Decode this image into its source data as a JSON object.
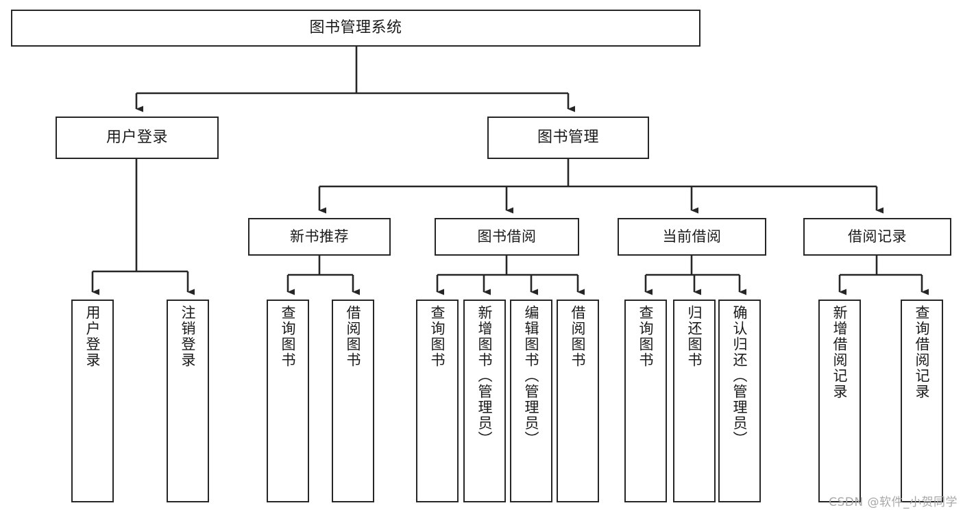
{
  "diagram": {
    "title": "图书管理系统",
    "type": "tree-hierarchy",
    "watermark": "CSDN @软件_小贺同学",
    "stroke_color": "#262626",
    "fill_color": "#ffffff",
    "text_color": "#1a1a1a",
    "nodes": {
      "root": {
        "label": "图书管理系统"
      },
      "level2": [
        {
          "label": "用户登录"
        },
        {
          "label": "图书管理"
        }
      ],
      "level3": [
        {
          "label": "新书推荐"
        },
        {
          "label": "图书借阅"
        },
        {
          "label": "当前借阅"
        },
        {
          "label": "借阅记录"
        }
      ],
      "leaves": {
        "user_login": [
          {
            "label": "用户登录"
          },
          {
            "label": "注销登录"
          }
        ],
        "new_book_recommend": [
          {
            "label": "查询图书"
          },
          {
            "label": "借阅图书"
          }
        ],
        "book_borrow": [
          {
            "label": "查询图书"
          },
          {
            "label": "新增图书（管理员）"
          },
          {
            "label": "编辑图书（管理员）"
          },
          {
            "label": "借阅图书"
          }
        ],
        "current_borrow": [
          {
            "label": "查询图书"
          },
          {
            "label": "归还图书"
          },
          {
            "label": "确认归还（管理员）"
          }
        ],
        "borrow_record": [
          {
            "label": "新增借阅记录"
          },
          {
            "label": "查询借阅记录"
          }
        ]
      }
    }
  }
}
